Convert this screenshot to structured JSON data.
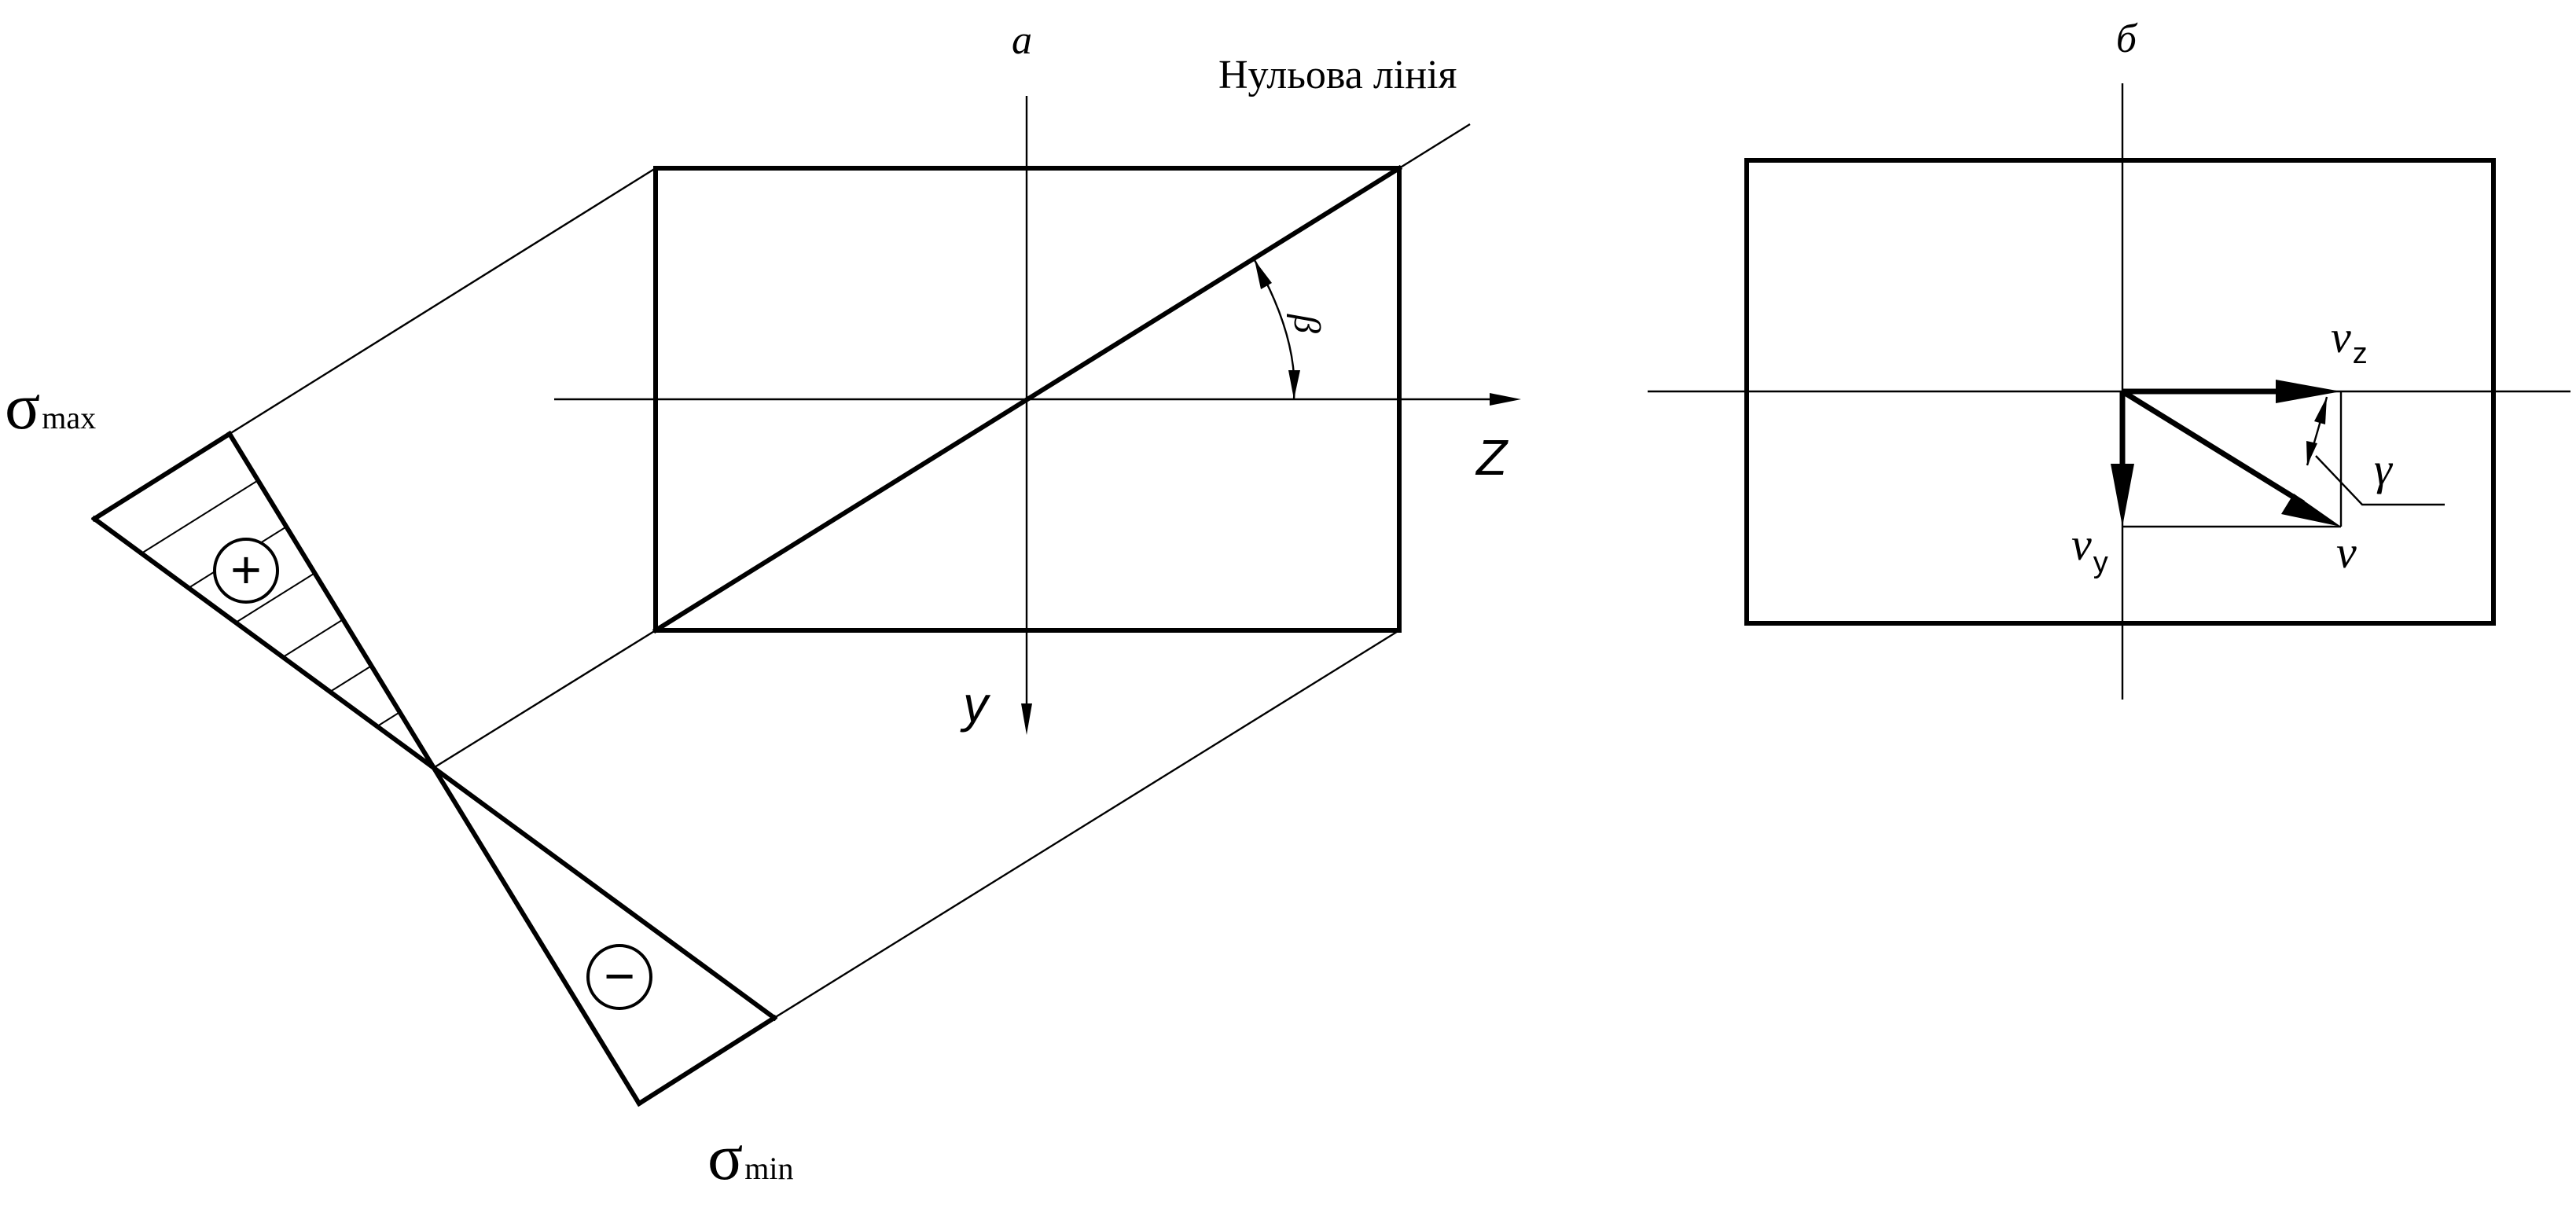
{
  "panel_a": {
    "label": "а",
    "neutral_line_label": "Нульова лінія",
    "angle_label": "β",
    "axis_z_label": "Z",
    "axis_y_label": "y",
    "sigma_max": {
      "base": "σ",
      "sub": "max"
    },
    "sigma_min": {
      "base": "σ",
      "sub": "min"
    },
    "plus_sign": "+",
    "minus_sign": "−"
  },
  "panel_b": {
    "label": "б",
    "vz": {
      "base": "v",
      "sub": "z"
    },
    "vy": {
      "base": "v",
      "sub": "y"
    },
    "v": "v",
    "angle_label": "γ"
  },
  "colors": {
    "ink": "#000000",
    "paper": "#ffffff"
  }
}
